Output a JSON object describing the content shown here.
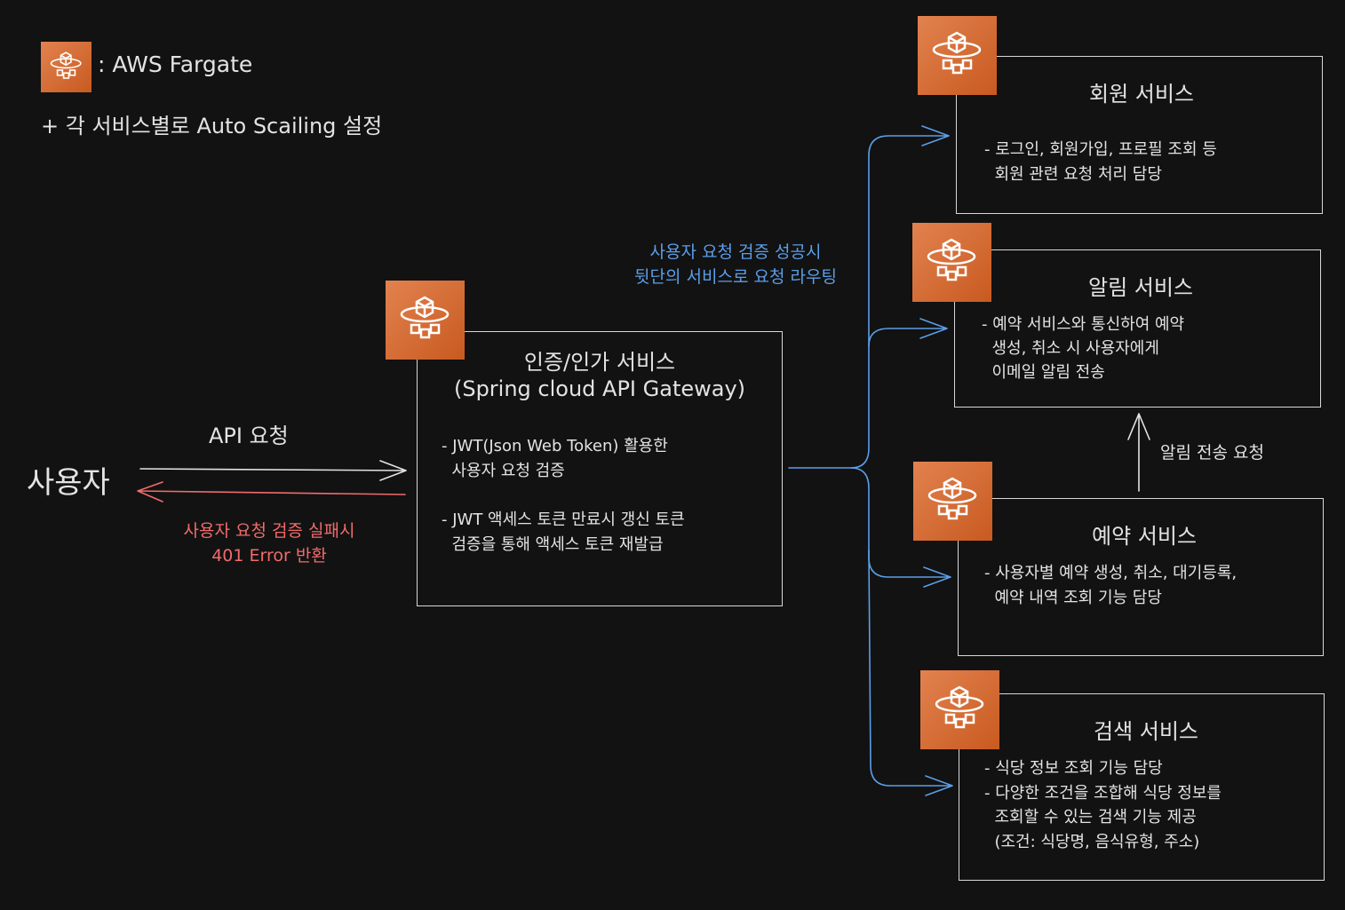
{
  "legend": {
    "icon": "aws-fargate-icon",
    "label": ": AWS Fargate",
    "note": "+ 각 서비스별로 Auto Scailing 설정"
  },
  "user": {
    "label": "사용자",
    "request_label": "API 요청",
    "error_lines": [
      "사용자 요청 검증 실패시",
      "401 Error 반환"
    ]
  },
  "routing_lines": [
    "사용자 요청 검증 성공시",
    "뒷단의 서비스로 요청 라우팅"
  ],
  "auth": {
    "title_lines": [
      "인증/인가 서비스",
      "(Spring cloud API Gateway)"
    ],
    "bullets": [
      "- JWT(Json Web Token) 활용한",
      "  사용자 요청 검증",
      "- JWT 액세스 토큰 만료시 갱신 토큰",
      "  검증을 통해 액세스 토큰 재발급"
    ]
  },
  "services": [
    {
      "title": "회원 서비스",
      "bullets": [
        "- 로그인, 회원가입, 프로필 조회 등",
        "  회원 관련 요청 처리 담당"
      ]
    },
    {
      "title": "알림 서비스",
      "bullets": [
        "- 예약 서비스와 통신하여 예약",
        "  생성, 취소 시 사용자에게",
        "  이메일 알림 전송"
      ]
    },
    {
      "title": "예약 서비스",
      "bullets": [
        "- 사용자별 예약 생성, 취소, 대기등록,",
        "  예약 내역 조회 기능 담당"
      ]
    },
    {
      "title": "검색 서비스",
      "bullets": [
        "- 식당 정보 조회 기능 담당",
        "- 다양한 조건을 조합해 식당 정보를",
        "  조회할 수 있는 검색 기능 제공",
        "  (조건: 식당명, 음식유형, 주소)"
      ]
    }
  ],
  "notify_label": "알림 전송 요청",
  "colors": {
    "background": "#121212",
    "accent_blue": "#5b9ee8",
    "error_red": "#f26b6b",
    "fargate_orange": "#d4682f"
  }
}
